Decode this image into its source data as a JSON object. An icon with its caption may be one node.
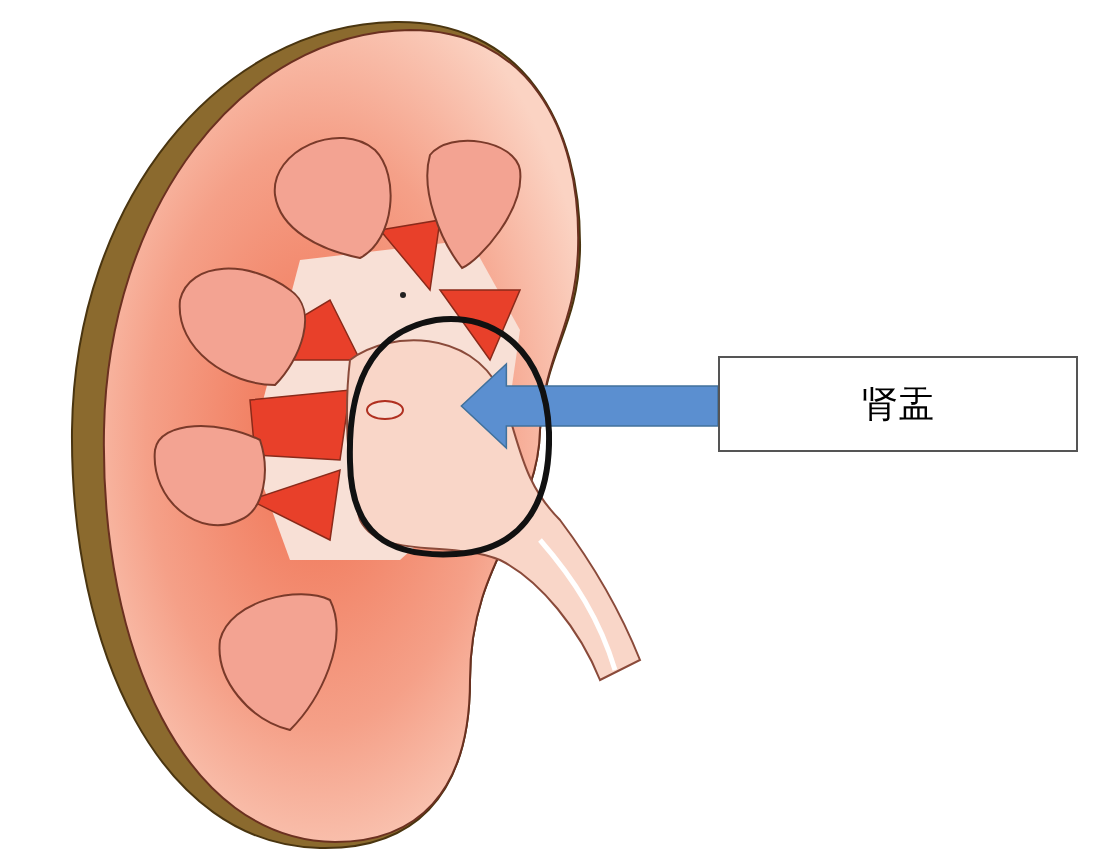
{
  "diagram": {
    "nodes": [
      {
        "text": [
          "肾盂"
        ]
      },
      {
        "text": [],
        "shape": "circle"
      }
    ],
    "edges": [
      {
        "from": 0,
        "to": 1,
        "arrow": "to",
        "style": "thick",
        "color": "#5b8fd0"
      }
    ]
  }
}
